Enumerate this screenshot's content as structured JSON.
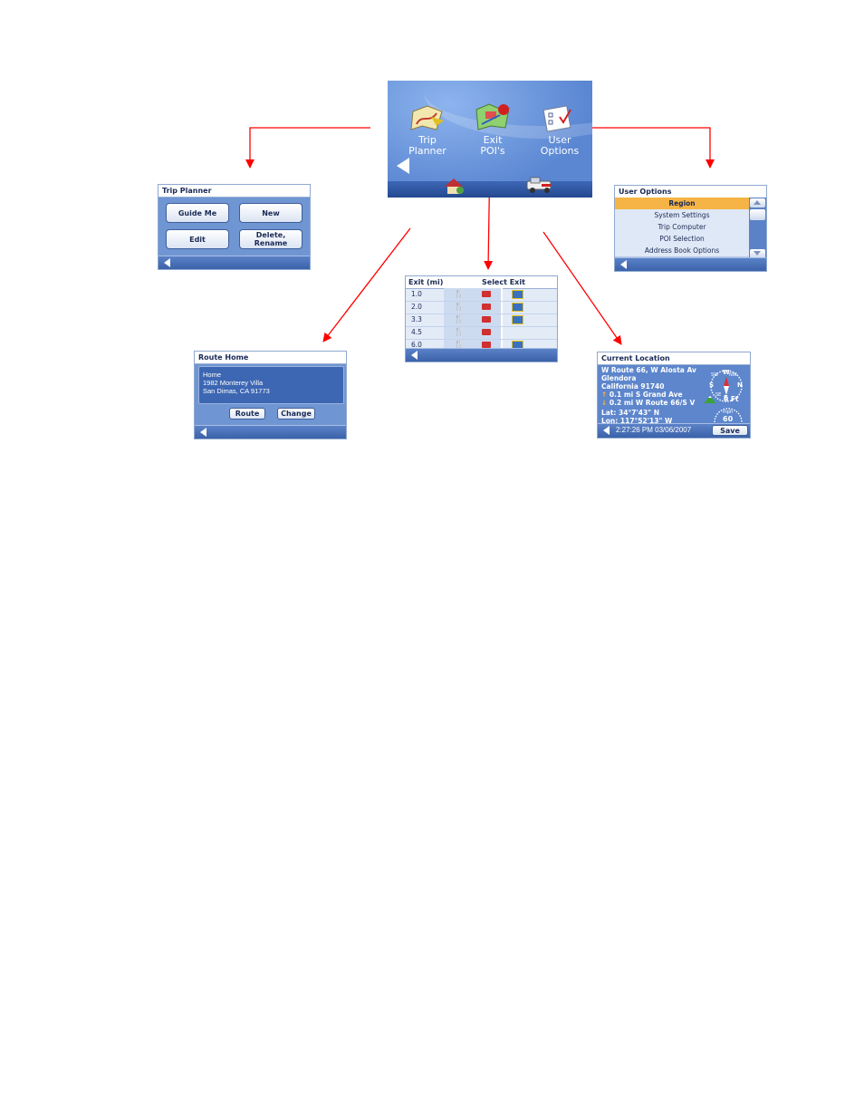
{
  "main_menu": {
    "items": [
      {
        "label_line1": "Trip",
        "label_line2": "Planner",
        "icon": "map-route-icon"
      },
      {
        "label_line1": "Exit",
        "label_line2": "POI's",
        "icon": "exit-map-icon"
      },
      {
        "label_line1": "User",
        "label_line2": "Options",
        "icon": "checklist-icon"
      }
    ]
  },
  "trip_planner": {
    "title": "Trip Planner",
    "buttons": [
      "Guide Me",
      "New",
      "Edit",
      "Delete,",
      "Rename"
    ]
  },
  "user_options": {
    "title": "User Options",
    "items": [
      "Region",
      "System Settings",
      "Trip Computer",
      "POI Selection",
      "Address Book Options"
    ],
    "selected_index": 0
  },
  "exit_pois": {
    "header_exit": "Exit (mi)",
    "header_select": "Select Exit",
    "rows": [
      {
        "mi": "1.0",
        "food": true,
        "gas": true,
        "lodging": true
      },
      {
        "mi": "2.0",
        "food": true,
        "gas": true,
        "lodging": true
      },
      {
        "mi": "3.3",
        "food": true,
        "gas": true,
        "lodging": true
      },
      {
        "mi": "4.5",
        "food": true,
        "gas": true,
        "lodging": false
      },
      {
        "mi": "6.0",
        "food": true,
        "gas": true,
        "lodging": true
      }
    ]
  },
  "route_home": {
    "title": "Route Home",
    "address_name": "Home",
    "address_line1": "1982 Monterey Villa",
    "address_line2": "San Dimas, CA  91773",
    "route_label": "Route",
    "change_label": "Change"
  },
  "current_location": {
    "title": "Current Location",
    "street": "W Route 66, W Alosta Av",
    "city": "Glendora",
    "state_zip": "California 91740",
    "next_turn": "0.1 mi S Grand Ave",
    "prev_turn": "0.2 mi W Route 66/S V",
    "lat": "Lat:  34°7'43\"   N",
    "lon": "Lon:  117°52'13\"   W",
    "elevation": "0 Ft",
    "speed_unit": "mph",
    "speed": "60",
    "compass": {
      "n": "N",
      "s": "S",
      "e": "E",
      "w": "W",
      "nw": "NW",
      "sw": "SW",
      "se": "SE"
    },
    "time": "2:27:26 PM  03/06/2007",
    "save_label": "Save"
  },
  "colors": {
    "arrow": "#ff0000",
    "panel": "#6f95d3",
    "selected": "#f5b445"
  }
}
